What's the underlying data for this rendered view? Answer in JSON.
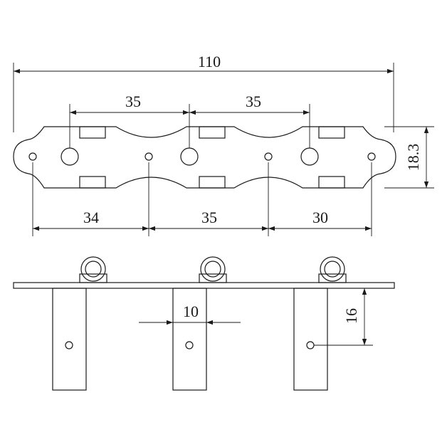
{
  "dimensions": {
    "overall_length": "110",
    "hole_spacing_left": "35",
    "hole_spacing_right": "35",
    "plate_height": "18.3",
    "offset_left": "34",
    "offset_middle": "35",
    "offset_right": "30",
    "post_width": "10",
    "post_hole_depth": "16"
  },
  "colors": {
    "ink": "#1a1a1a",
    "background": "#ffffff"
  }
}
